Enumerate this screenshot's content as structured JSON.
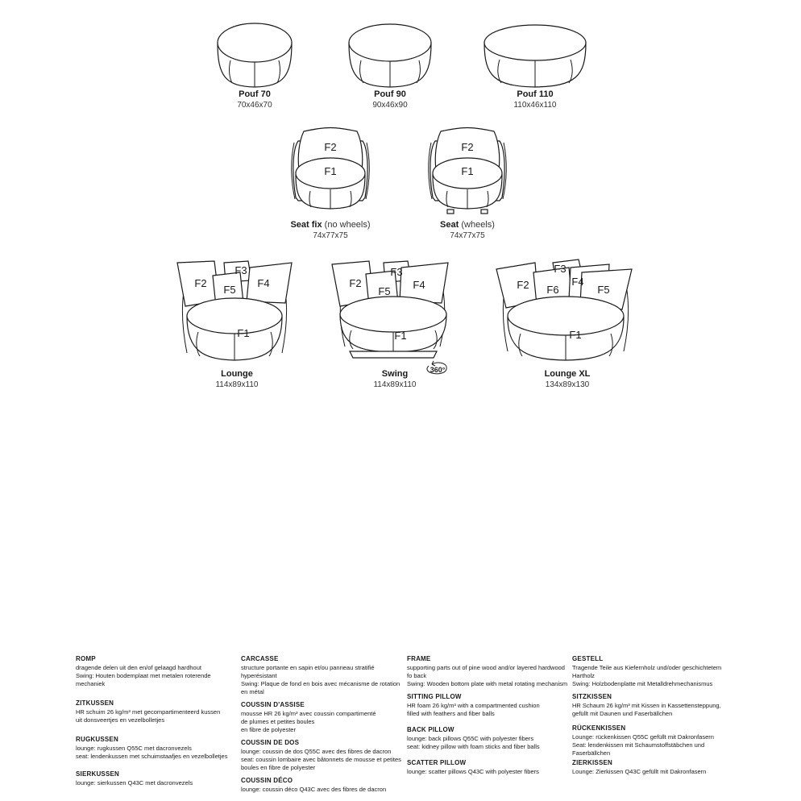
{
  "poufs": [
    {
      "name": "Pouf 70",
      "dims": "70x46x70"
    },
    {
      "name": "Pouf 90",
      "dims": "90x46x90"
    },
    {
      "name": "Pouf 110",
      "dims": "110x46x110"
    }
  ],
  "seats": [
    {
      "name": "Seat fix",
      "note": "(no wheels)",
      "dims": "74x77x75",
      "labels": [
        "F2",
        "F1"
      ]
    },
    {
      "name": "Seat",
      "note": "(wheels)",
      "dims": "74x77x75",
      "labels": [
        "F2",
        "F1"
      ]
    }
  ],
  "loungers": [
    {
      "name": "Lounge",
      "dims": "114x89x110",
      "labels": [
        "F2",
        "F3",
        "F5",
        "F4",
        "F1"
      ]
    },
    {
      "name": "Swing",
      "dims": "114x89x110",
      "labels": [
        "F2",
        "F3",
        "F5",
        "F4",
        "F1"
      ],
      "badge": "360°"
    },
    {
      "name": "Lounge XL",
      "dims": "134x89x130",
      "labels": [
        "F2",
        "F3",
        "F6",
        "F4",
        "F5",
        "F1"
      ]
    }
  ],
  "specs": {
    "nl": [
      {
        "heading": "ROMP",
        "text": "dragende delen uit den en/of gelaagd hardhout\nSwing: Houten bodemplaat met metalen roterende mechaniek"
      },
      {
        "heading": "ZITKUSSEN",
        "text": "HR schuim 26 kg/m³ met gecompartimenteerd kussen\nuit donsveertjes en vezelbolletjes"
      },
      {
        "heading": "RUGKUSSEN",
        "text": "lounge: rugkussen Q55C met dacronvezels\nseat: lendenkussen met schuimstaafjes en vezelbolletjes"
      },
      {
        "heading": "SIERKUSSEN",
        "text": "lounge: sierkussen Q43C met dacronvezels"
      }
    ],
    "fr": [
      {
        "heading": "CARCASSE",
        "text": "structure portante en sapin et/ou panneau stratifié\nhyperésistant\nSwing: Plaque de fond en bois avec mécanisme de rotation\nen métal"
      },
      {
        "heading": "COUSSIN D'ASSISE",
        "text": "mousse HR 26 kg/m³ avec coussin compartimenté\nde plumes et petites boules\nen fibre de polyester"
      },
      {
        "heading": "COUSSIN DE DOS",
        "text": "lounge: coussin de dos Q55C avec des fibres de dacron\nseat: coussin lombaire avec bâtonnets de mousse et petites\nboules en fibre de polyester"
      },
      {
        "heading": "COUSSIN DÉCO",
        "text": "lounge: coussin déco Q43C avec des fibres de dacron"
      }
    ],
    "en": [
      {
        "heading": "FRAME",
        "text": "supporting parts out of pine wood and/or layered hardwood\nfo back\nSwing: Wooden bottom plate with metal rotating mechanism"
      },
      {
        "heading": "SITTING PILLOW",
        "text": "HR foam 26 kg/m³ with a compartmented cushion\nfilled with feathers and fiber balls"
      },
      {
        "heading": "BACK PILLOW",
        "text": "lounge: back pillows Q55C with polyester fibers\nseat: kidney pillow with foam sticks and fiber balls"
      },
      {
        "heading": "SCATTER PILLOW",
        "text": "lounge: scatter pillows Q43C with polyester fibers"
      }
    ],
    "de": [
      {
        "heading": "GESTELL",
        "text": "Tragende Teile aus Kiefernholz und/oder geschichtetem\nHartholz\nSwing: Holzbodenplatte mit Metalldrehmechanismus"
      },
      {
        "heading": "SITZKISSEN",
        "text": "HR Schaum 26 kg/m³ mit Kissen in Kassettensteppung,\ngefüllt mit Daunen und Faserbällchen"
      },
      {
        "heading": "RÜCKENKISSEN",
        "text": "Lounge: rückenkissen Q55C gefüllt mit Dakronfasern\nSeat: lendenkissen mit Schaumstoffstäbchen und\nFaserbällchen"
      },
      {
        "heading": "ZIERKISSEN",
        "text": "Lounge: Zierkissen Q43C gefüllt mit Dakronfasern"
      }
    ]
  }
}
